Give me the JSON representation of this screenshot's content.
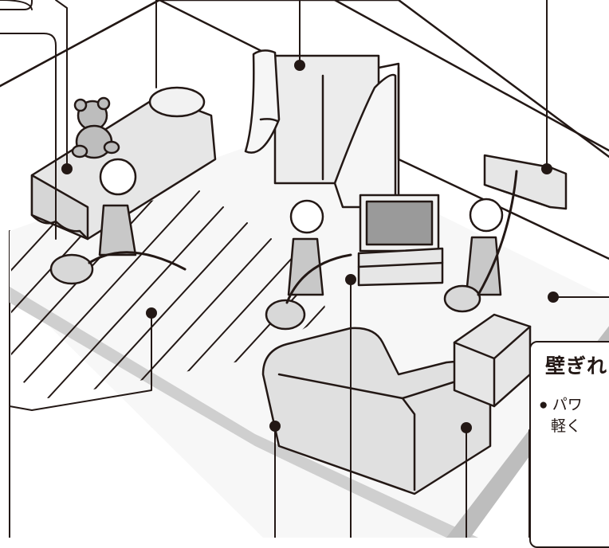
{
  "callout": {
    "title": "壁ぎれ",
    "line1": "● パワ",
    "line2": "軽く"
  },
  "colors": {
    "line": "#231815",
    "floor_light": "#f4f4f4",
    "shade": "#c8c8c8",
    "object_fill": "#e6e6e6",
    "screen": "#9a9a9a"
  }
}
